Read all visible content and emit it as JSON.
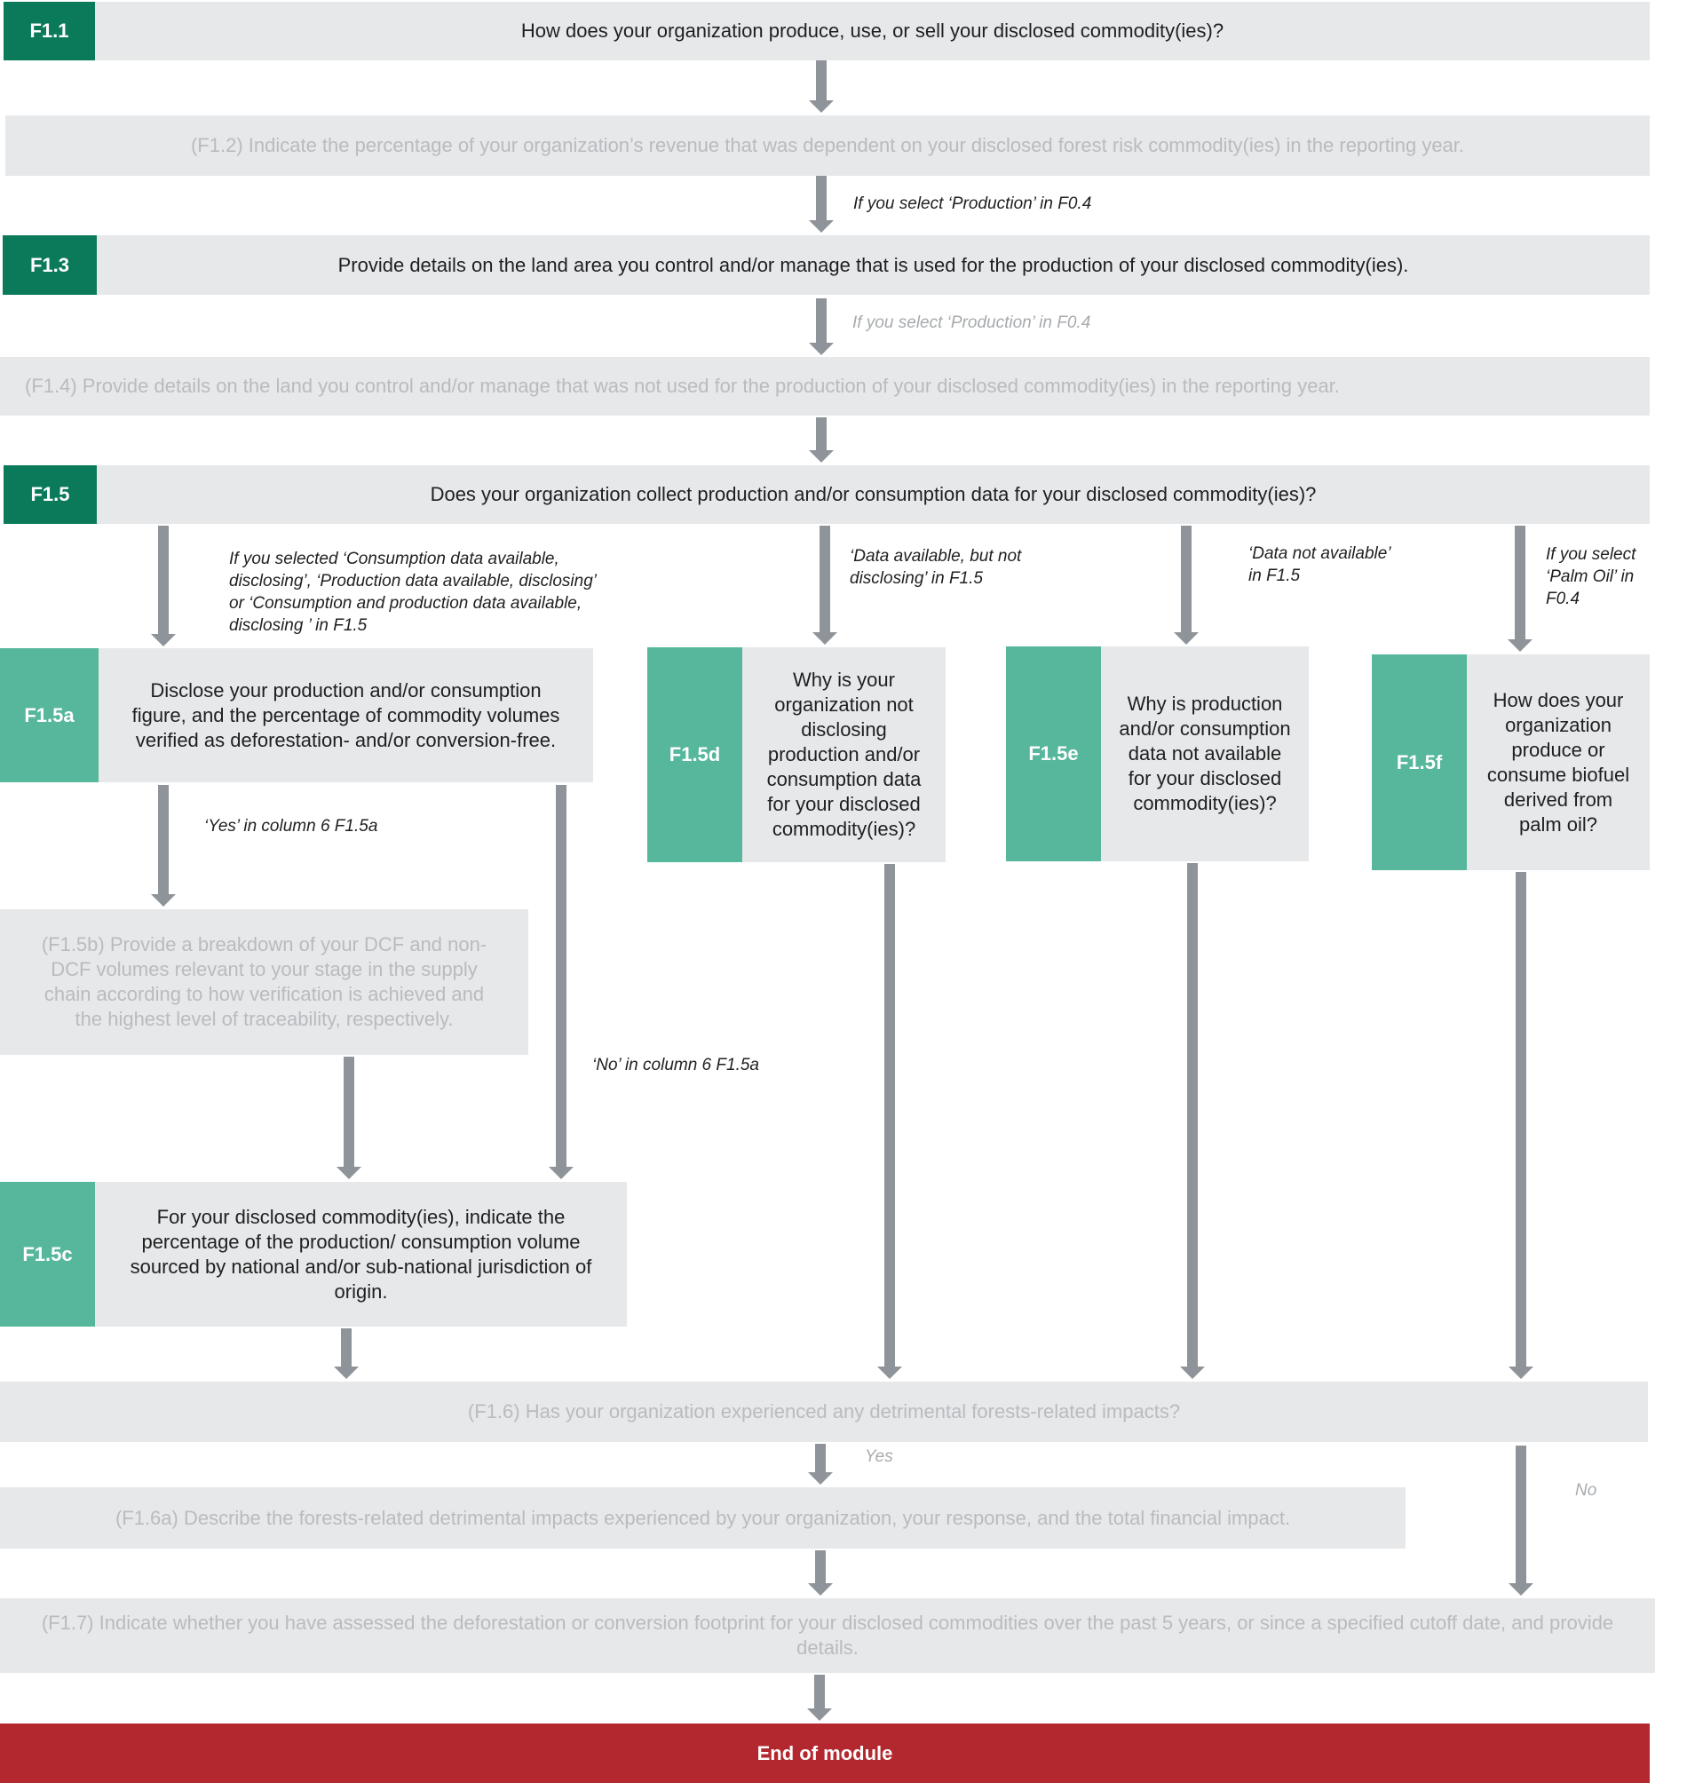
{
  "colors": {
    "tag_dark": "#0b7a5b",
    "tag_light": "#56b79c",
    "box_bg": "#e6e8ea",
    "faded_text": "#b9bcbf",
    "arrow": "#8e9499",
    "end_bg": "#b3282e"
  },
  "nodes": {
    "f1_1": {
      "tag": "F1.1",
      "text": "How does your organization produce, use, or sell your disclosed commodity(ies)?"
    },
    "f1_2": {
      "text": "(F1.2) Indicate the percentage of your organization’s revenue that was dependent on your disclosed forest risk commodity(ies) in the reporting year."
    },
    "f1_3": {
      "tag": "F1.3",
      "text": "Provide details on the land area you control and/or manage that is used for the production of your disclosed commodity(ies)."
    },
    "f1_4": {
      "text": "(F1.4) Provide details on the land you control and/or manage that was not used for the production of your disclosed commodity(ies) in the reporting year."
    },
    "f1_5": {
      "tag": "F1.5",
      "text": "Does your organization collect production and/or consumption data for your disclosed commodity(ies)?"
    },
    "f1_5a": {
      "tag": "F1.5a",
      "text": "Disclose your production and/or consumption figure, and the percentage of commodity volumes verified as deforestation- and/or conversion-free."
    },
    "f1_5b": {
      "text": "(F1.5b) Provide a breakdown of your DCF and non-DCF volumes relevant to your stage in the supply chain according to how verification is achieved and the highest level of traceability, respectively."
    },
    "f1_5c": {
      "tag": "F1.5c",
      "text": "For your disclosed commodity(ies), indicate the percentage of the production/ consumption volume sourced by national and/or sub-national jurisdiction of origin."
    },
    "f1_5d": {
      "tag": "F1.5d",
      "text": "Why is your organization not disclosing production and/or consumption data for your disclosed commodity(ies)?"
    },
    "f1_5e": {
      "tag": "F1.5e",
      "text": "Why is production and/or consumption data not available for your disclosed commodity(ies)?"
    },
    "f1_5f": {
      "tag": "F1.5f",
      "text": "How does your organization produce or consume biofuel derived from palm oil?"
    },
    "f1_6": {
      "text": "(F1.6) Has your organization experienced any detrimental forests-related impacts?"
    },
    "f1_6a": {
      "text": "(F1.6a) Describe the forests-related detrimental impacts experienced by your organization, your response, and the total financial impact."
    },
    "f1_7": {
      "text": "(F1.7) Indicate whether you have assessed the deforestation or conversion footprint for your disclosed commodities over the past 5 years, or since a specified cutoff date, and provide details."
    },
    "end": {
      "text": "End of module"
    }
  },
  "conditions": {
    "to_f1_3": "If you select ‘Production’ in F0.4",
    "to_f1_4": "If you select ‘Production’ in F0.4",
    "to_f1_5a": "If you selected ‘Consumption data available, disclosing’, ‘Production data available, disclosing’ or ‘Consumption and production data available, disclosing ’  in F1.5",
    "to_f1_5d": "‘Data available, but not disclosing’ in F1.5",
    "to_f1_5e": "‘Data not available’ in F1.5",
    "to_f1_5f": "If you select ‘Palm Oil’ in F0.4",
    "yes_col6": "‘Yes’ in column 6 F1.5a",
    "no_col6": "‘No’ in column 6 F1.5a",
    "yes": "Yes",
    "no": "No"
  }
}
